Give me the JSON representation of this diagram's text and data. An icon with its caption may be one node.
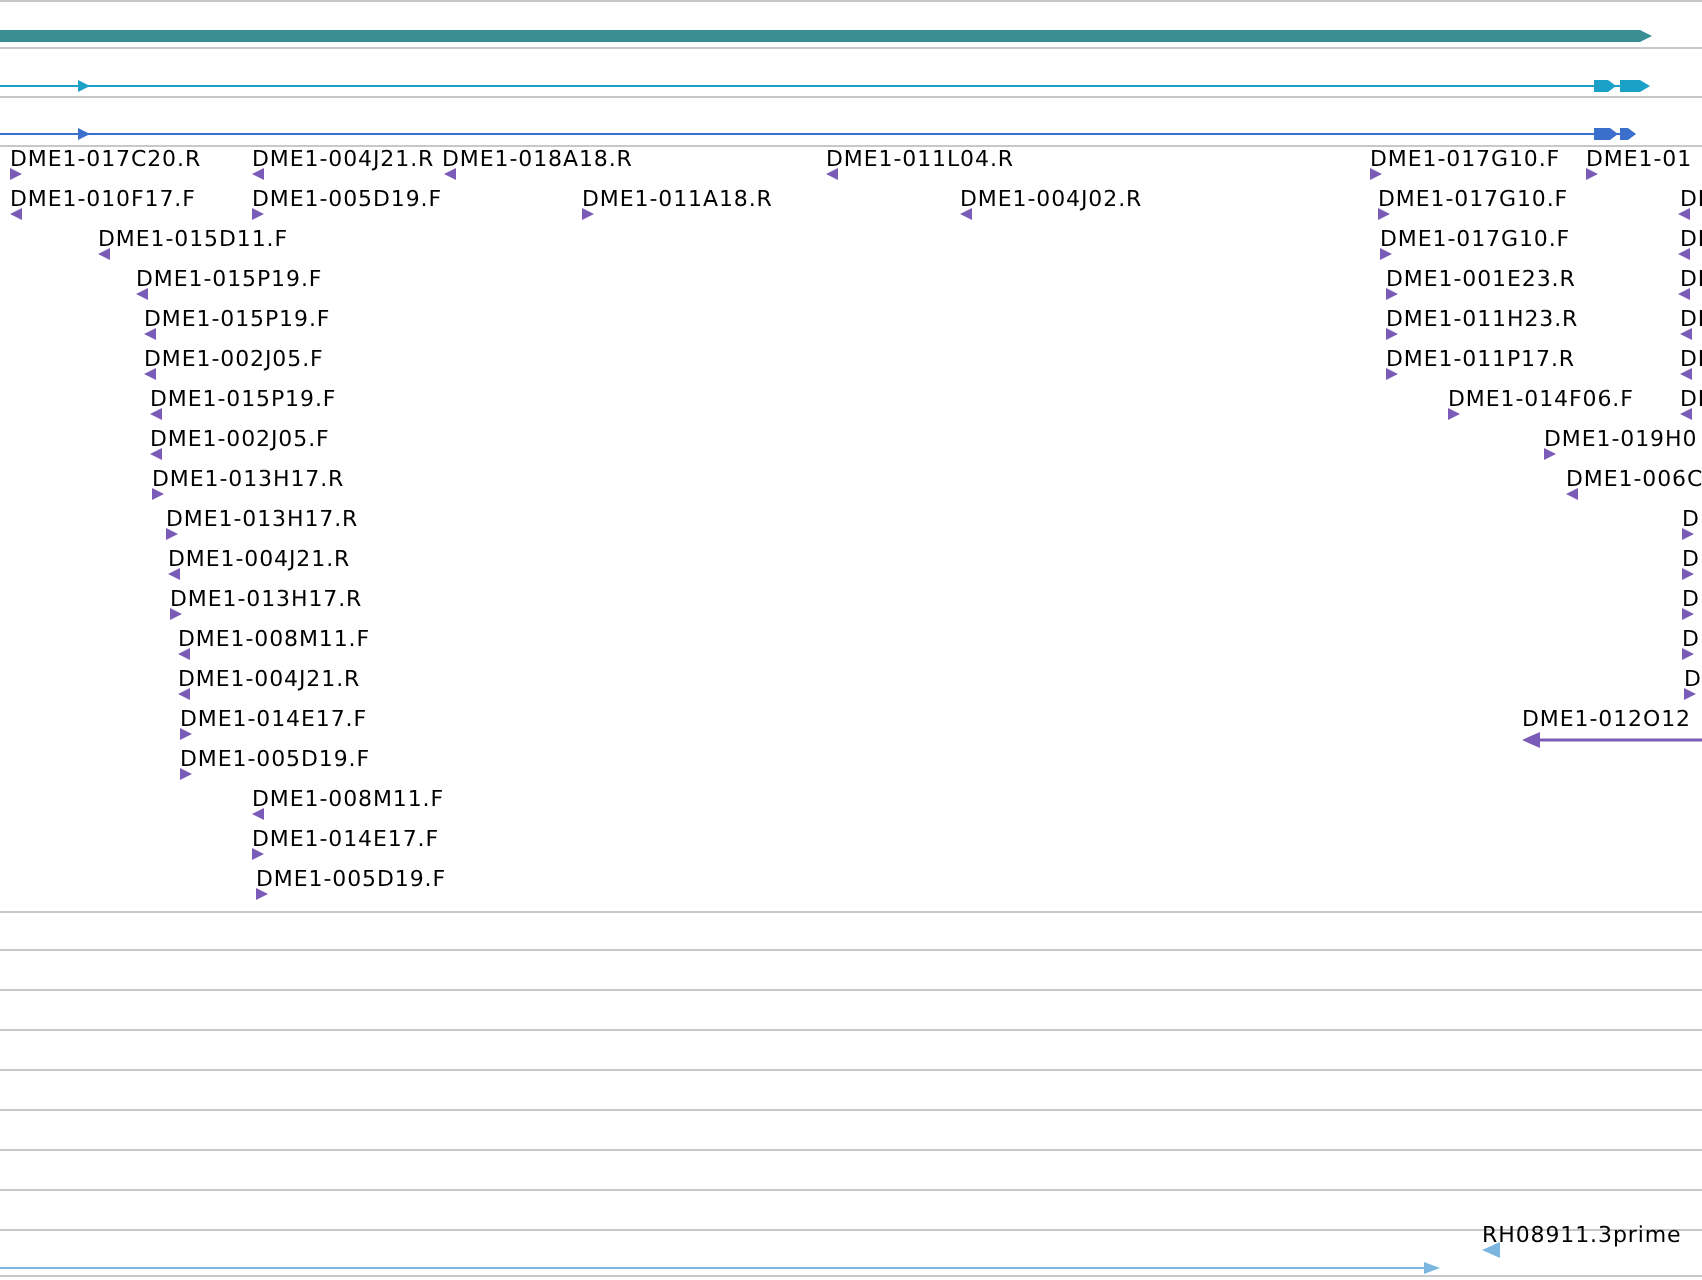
{
  "diagram": {
    "labels": [
      "DME1-017C20.R",
      "DME1-004J21.R",
      "DME1-018A18.R",
      "DME1-011L04.R",
      "DME1-017G10.F",
      "DME1-01",
      "DME1-010F17.F",
      "DME1-005D19.F",
      "DME1-011A18.R",
      "DME1-004J02.R",
      "DME1-017G10.F",
      "DI",
      "DME1-015D11.F",
      "DME1-017G10.F",
      "DI",
      "DME1-015P19.F",
      "DME1-001E23.R",
      "DI",
      "DME1-015P19.F",
      "DME1-011H23.R",
      "DI",
      "DME1-002J05.F",
      "DME1-011P17.R",
      "DI",
      "DME1-015P19.F",
      "DME1-014F06.F",
      "DI",
      "DME1-002J05.F",
      "DME1-019H0",
      "DME1-013H17.R",
      "DME1-006C",
      "DME1-013H17.R",
      "D",
      "DME1-004J21.R",
      "D",
      "DME1-013H17.R",
      "D",
      "DME1-008M11.F",
      "D",
      "DME1-004J21.R",
      "D",
      "DME1-014E17.F",
      "DME1-012O12",
      "DME1-005D19.F",
      "DME1-008M11.F",
      "DME1-014E17.F",
      "DME1-005D19.F",
      "RH08911.3prime"
    ]
  }
}
